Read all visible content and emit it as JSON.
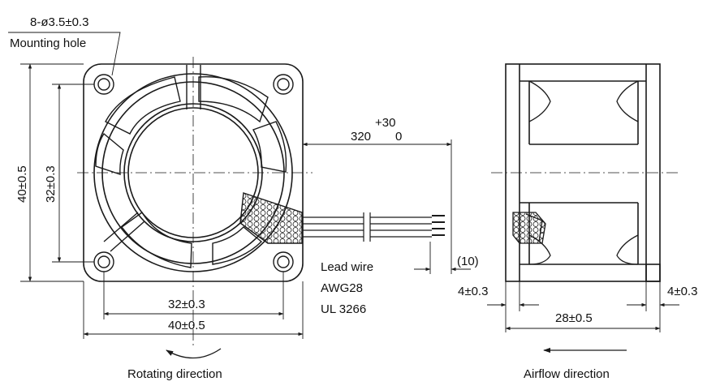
{
  "front_view": {
    "hole_spec": "8-ø3.5±0.3",
    "hole_label": "Mounting hole",
    "dim_height_outer": "40±0.5",
    "dim_height_pitch": "32±0.3",
    "dim_width_pitch": "32±0.3",
    "dim_width_outer": "40±0.5",
    "rotation_label": "Rotating direction"
  },
  "lead": {
    "length_base": "320",
    "tol_plus": "+30",
    "tol_minus": "0",
    "strip_length": "(10)",
    "line1": "Lead wire",
    "line2": "AWG28",
    "line3": "UL 3266"
  },
  "side_view": {
    "dim_left_flange": "4±0.3",
    "dim_right_flange": "4±0.3",
    "dim_depth": "28±0.5",
    "airflow_label": "Airflow direction"
  },
  "colors": {
    "line": "#1a1a1a",
    "background": "#ffffff"
  }
}
